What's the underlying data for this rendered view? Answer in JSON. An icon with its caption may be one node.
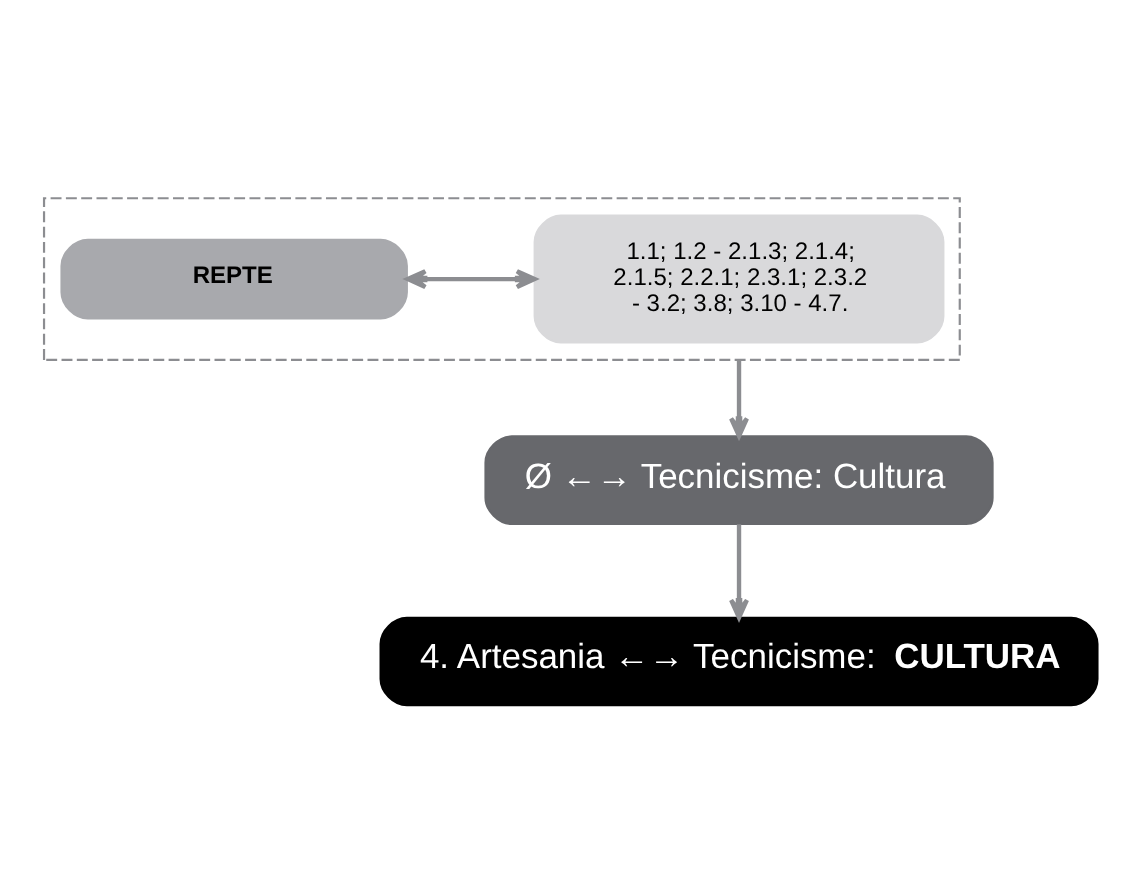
{
  "diagram": {
    "nodes": [
      {
        "text": [],
        "shape": "box"
      },
      {
        "text": [
          "REPTE"
        ],
        "in": 0
      },
      {
        "text": [
          "1.1; 1.2 - 2.1.3; 2.1.4; 2.1.5; 2.2.1; 2.3.1; 2.3.2 - 3.2; 3.8; 3.10 - 4.7."
        ],
        "in": 0
      },
      {
        "text": [
          "Ø ←→ Tecnicisme: Cultura"
        ]
      },
      {
        "text": [
          "4. Artesania ←→ Tecnicisme: **CULTURA**"
        ]
      }
    ],
    "edges": [
      {
        "from": 1,
        "to": 2,
        "arrow": "both"
      },
      {
        "from": 0,
        "to": 3,
        "arrow": "to"
      },
      {
        "from": 3,
        "to": 4,
        "arrow": "to"
      }
    ]
  }
}
